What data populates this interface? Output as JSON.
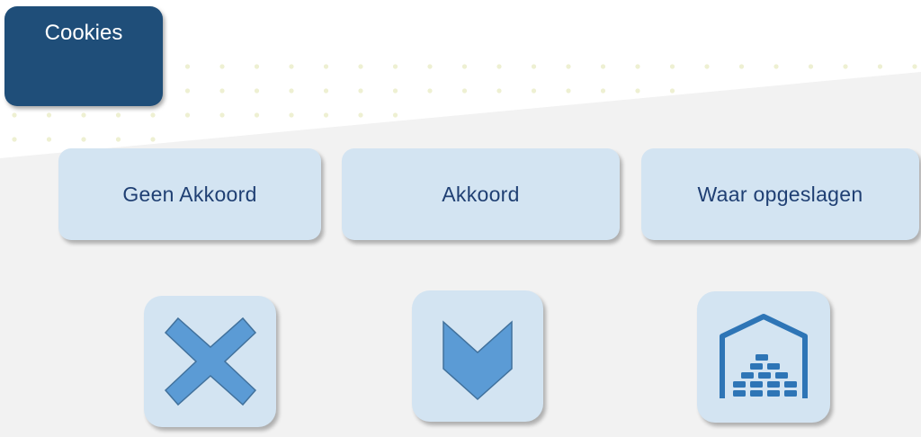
{
  "header": {
    "title": "Cookies"
  },
  "buttons": {
    "decline_label": "Geen Akkoord",
    "accept_label": "Akkoord",
    "storage_label": "Waar opgeslagen"
  },
  "icons": {
    "decline": "close-icon",
    "accept": "chevron-down-icon",
    "storage": "warehouse-icon"
  },
  "colors": {
    "title_bg": "#1f4e79",
    "button_bg": "#d3e4f2",
    "button_text": "#1f3f73",
    "icon_fill": "#5b9bd5",
    "icon_stroke": "#41719c",
    "warehouse": "#2e75b6",
    "dots": "#eef0d2",
    "slant_bg": "#f2f2f2"
  }
}
